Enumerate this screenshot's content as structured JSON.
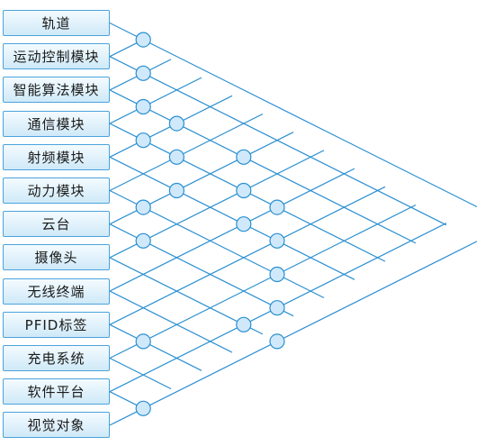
{
  "modules": [
    "轨道",
    "运动控制模块",
    "智能算法模块",
    "通信模块",
    "射频模块",
    "动力模块",
    "云台",
    "摄像头",
    "无线终端",
    "PFID标签",
    "充电系统",
    "软件平台",
    "视觉对象"
  ],
  "relations": [
    [
      0,
      1
    ],
    [
      1,
      2
    ],
    [
      2,
      3
    ],
    [
      3,
      4
    ],
    [
      5,
      6
    ],
    [
      6,
      7
    ],
    [
      11,
      12
    ],
    [
      2,
      4
    ],
    [
      3,
      5
    ],
    [
      4,
      6
    ],
    [
      2,
      6
    ],
    [
      3,
      7
    ],
    [
      4,
      8
    ],
    [
      9,
      10
    ],
    [
      3,
      8
    ],
    [
      4,
      9
    ],
    [
      5,
      10
    ],
    [
      6,
      11
    ],
    [
      7,
      12
    ],
    [
      7,
      11
    ]
  ],
  "colors": {
    "line": "#2a8fd0",
    "node_fill": "#cfe9fb",
    "box_border": "#4aa3dc"
  }
}
